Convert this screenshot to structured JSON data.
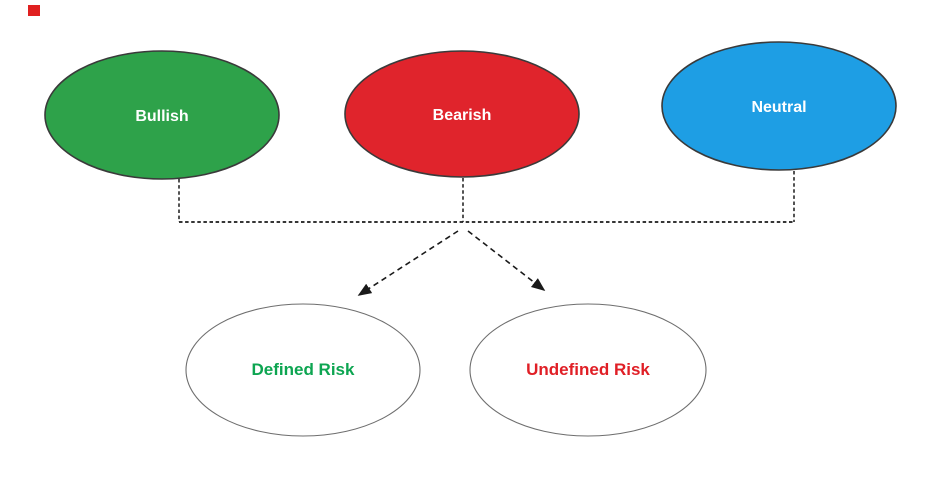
{
  "diagram": {
    "top_nodes": [
      {
        "id": "bullish",
        "label": "Bullish",
        "fill": "#2EA24A",
        "text_color": "#FFFFFF"
      },
      {
        "id": "bearish",
        "label": "Bearish",
        "fill": "#E0242C",
        "text_color": "#FFFFFF"
      },
      {
        "id": "neutral",
        "label": "Neutral",
        "fill": "#1E9EE4",
        "text_color": "#FFFFFF"
      }
    ],
    "bottom_nodes": [
      {
        "id": "defined-risk",
        "label": "Defined Risk",
        "fill": "#FFFFFF",
        "text_color": "#0DA551"
      },
      {
        "id": "undefined-risk",
        "label": "Undefined Risk",
        "fill": "#FFFFFF",
        "text_color": "#E01F26"
      }
    ],
    "connector_color": "#1A1A1A",
    "artifact_color": "#E02020"
  }
}
